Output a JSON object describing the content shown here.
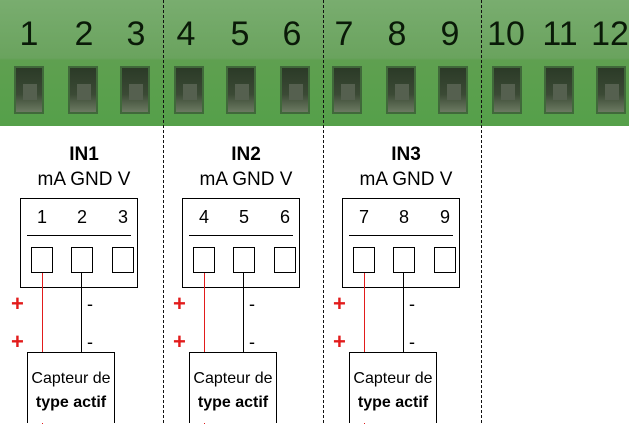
{
  "terminal_block": {
    "numbers": [
      "1",
      "2",
      "3",
      "4",
      "5",
      "6",
      "7",
      "8",
      "9",
      "10",
      "11",
      "12"
    ],
    "colors": {
      "body": "#5fa050",
      "socket": "#2b3a27"
    }
  },
  "groups": [
    {
      "title": "IN1",
      "pin_labels": "mA GND V",
      "connector_numbers": [
        "1",
        "2",
        "3"
      ],
      "polarity": {
        "plus": "+",
        "minus": "-"
      },
      "sensor": {
        "line1": "Capteur de",
        "line2": "type actif"
      }
    },
    {
      "title": "IN2",
      "pin_labels": "mA GND V",
      "connector_numbers": [
        "4",
        "5",
        "6"
      ],
      "polarity": {
        "plus": "+",
        "minus": "-"
      },
      "sensor": {
        "line1": "Capteur de",
        "line2": "type actif"
      }
    },
    {
      "title": "IN3",
      "pin_labels": "mA GND V",
      "connector_numbers": [
        "7",
        "8",
        "9"
      ],
      "polarity": {
        "plus": "+",
        "minus": "-"
      },
      "sensor": {
        "line1": "Capteur de",
        "line2": "type actif"
      }
    }
  ],
  "colors": {
    "positive_wire": "#e21b1b",
    "ground_wire": "#000000"
  }
}
